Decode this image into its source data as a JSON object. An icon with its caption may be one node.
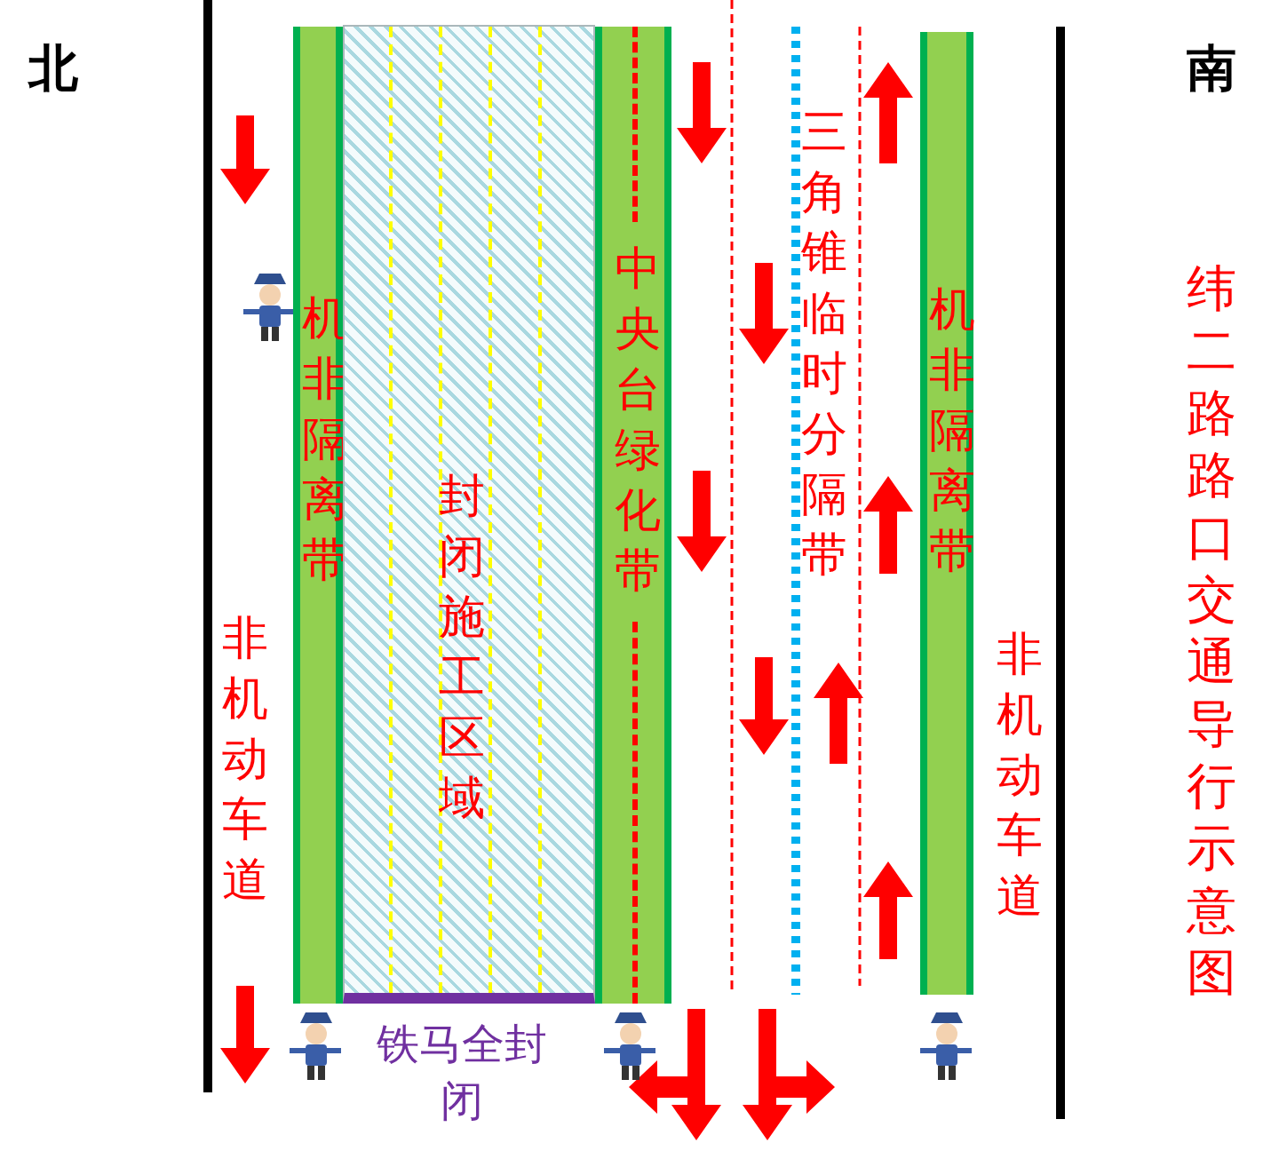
{
  "diagram": {
    "title": "纬二路路口交通导行示意图",
    "nodes": [
      {
        "text": [
          "机非隔离带"
        ]
      },
      {
        "text": [
          "封闭施工区域"
        ]
      },
      {
        "text": [
          "中央台绿化带"
        ]
      },
      {
        "text": [
          "机非隔离带"
        ]
      }
    ],
    "labels": [
      "北",
      "南",
      "非机动车道",
      "三角锥临时分隔带",
      "非机动车道",
      "铁马全封闭"
    ]
  }
}
